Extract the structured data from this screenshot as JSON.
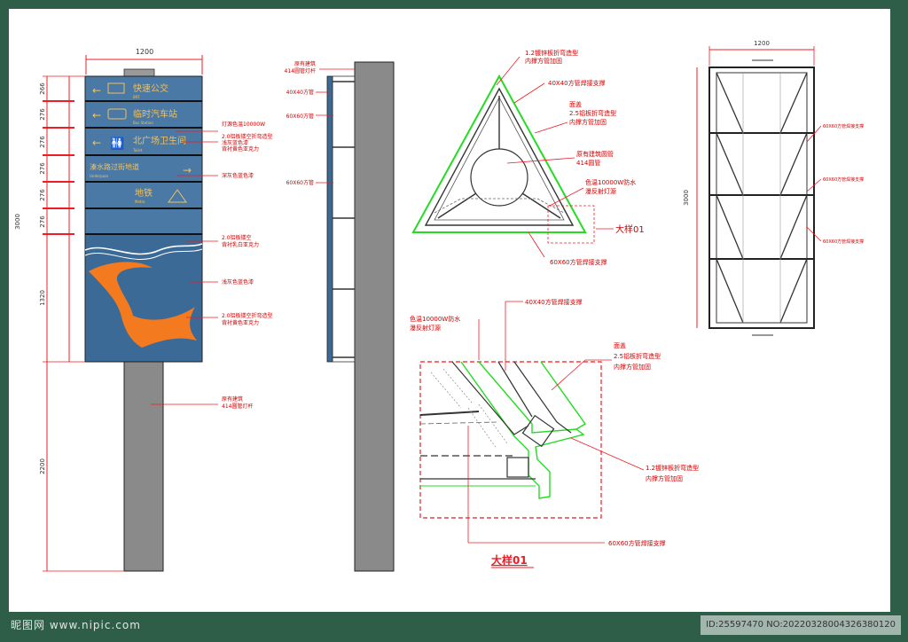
{
  "colors": {
    "accent": "#ee1c25",
    "panel": "#3a6a95",
    "orange": "#f47a20",
    "green": "#22dd22",
    "pole": "#8a8a8a",
    "gold": "#f0c060"
  },
  "dims": {
    "width_top": "1200",
    "width_right": "1200",
    "height_total": "3000",
    "seg_266": "266",
    "seg_276a": "276",
    "seg_276b": "276",
    "seg_276c": "276",
    "seg_276d": "276",
    "seg_276e": "276",
    "seg_1320": "1320",
    "seg_2200": "2200",
    "height_right": "3000"
  },
  "sign": {
    "row1_main": "快速公交",
    "row1_sub": "BRT",
    "row2_main": "临时汽车站",
    "row2_sub": "Bus Station",
    "row3_main": "北广场卫生间",
    "row3_sub": "Toilet",
    "row4_main": "溱水路过街地道",
    "row4_sub": "Underpass",
    "row5_main": "地铁",
    "row5_sub": "Metro"
  },
  "notes_front": {
    "n1": "灯源色温10000W",
    "n2a": "2.0铝板镂空折弯造型",
    "n2b": "浅灰蓝色漆",
    "n2c": "背衬黄色亚克力",
    "n3": "深灰色蓝色漆",
    "n4a": "2.0铝板镂空",
    "n4b": "背衬乳白亚克力",
    "n5": "浅灰色蓝色漆",
    "n6a": "2.0铝板镂空折弯造型",
    "n6b": "背衬黄色亚克力",
    "n7a": "原有建筑",
    "n7b": "414圆管灯杆"
  },
  "notes_side": {
    "s1a": "原有建筑",
    "s1b": "414圆管灯杆",
    "s2": "40X40方管",
    "s3": "60X60方管",
    "s4": "60X60方管"
  },
  "notes_plan": {
    "p1a": "1.2镀锌板折弯造型",
    "p1b": "内撑方管加固",
    "p2": "40X40方管焊接支撑",
    "p3a": "面盖",
    "p3b": "2.5铝板折弯造型",
    "p3c": "内撑方管加固",
    "p4a": "原有建筑圆管",
    "p4b": "414圆管",
    "p5a": "色温10000W防水",
    "p5b": "瀑反射灯源",
    "p6": "大样01",
    "p7": "60X60方管焊接支撑"
  },
  "notes_detail": {
    "d1": "40X40方管焊接支撑",
    "d2a": "色温10000W防水",
    "d2b": "瀑反射灯源",
    "d3a": "面盖",
    "d3b": "2.5铝板折弯造型",
    "d3c": "内撑方管加固",
    "d4a": "1.2镀锌板折弯造型",
    "d4b": "内撑方管加固",
    "d5": "60X60方管焊接支撑",
    "title": "大样01"
  },
  "notes_frame": {
    "f1": "60X60方管焊接支撑",
    "f2": "60X60方管焊接支撑",
    "f3": "60X60方管焊接支撑"
  },
  "watermark": {
    "left": "昵图网 www.nipic.com",
    "right": "ID:25597470 NO:20220328004326380120"
  }
}
